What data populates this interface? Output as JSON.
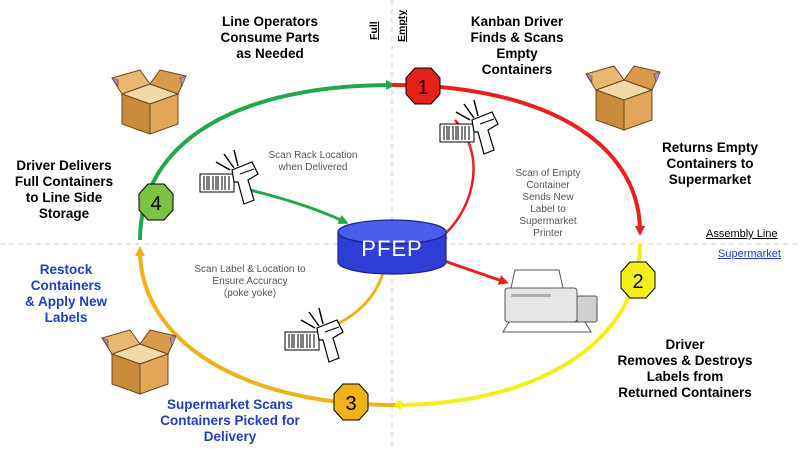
{
  "labels": {
    "line_operators": "Line Operators\nConsume Parts\nas Needed",
    "kanban_driver": "Kanban Driver\nFinds & Scans\nEmpty\nContainers",
    "returns_empty": "Returns Empty\nContainers to\nSupermarket",
    "driver_delivers": "Driver Delivers\nFull Containers\nto Line Side\nStorage",
    "restock": "Restock\nContainers\n& Apply New\nLabels",
    "supermarket_scans": "Supermarket Scans\nContainers Picked for\nDelivery",
    "driver_removes": "Driver\nRemoves & Destroys\nLabels from\nReturned Containers",
    "scan_rack": "Scan Rack Location\nwhen Delivered",
    "scan_label": "Scan Label & Location to\nEnsure Accuracy\n(poke yoke)",
    "scan_empty": "Scan of Empty\nContainer\nSends New\nLabel to\nSupermarket\nPrinter",
    "pfep": "PFEP",
    "full": "Full",
    "empty": "Empty",
    "assembly_line": "Assembly  Line",
    "supermarket": "Supermarket"
  },
  "steps": [
    "1",
    "2",
    "3",
    "4"
  ],
  "colors": {
    "green": "#22a84a",
    "red": "#e8201a",
    "yellow": "#f4ee1a",
    "orange": "#f0b21a",
    "pfep_blue": "#2d3fd6",
    "label_blue": "#1f3fbf"
  },
  "icons": [
    "box-icon",
    "barcode-scanner-icon",
    "printer-icon",
    "database-icon"
  ]
}
